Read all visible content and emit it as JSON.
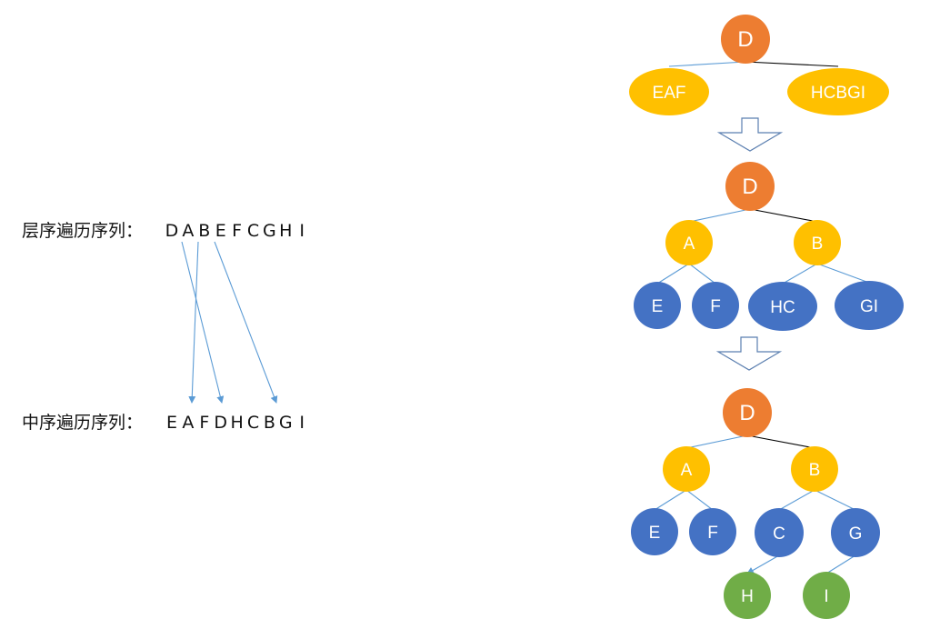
{
  "sequences": {
    "level_order": {
      "label": "层序遍历序列：",
      "letters": [
        "D",
        "A",
        "B",
        "E",
        "F",
        "C",
        "G",
        "H",
        "I"
      ]
    },
    "in_order": {
      "label": "中序遍历序列：",
      "letters": [
        "E",
        "A",
        "F",
        "D",
        "H",
        "C",
        "B",
        "G",
        "I"
      ]
    }
  },
  "colors": {
    "root": "#ED7D31",
    "intermediate": "#FFC000",
    "subtree": "#4472C4",
    "leaf": "#70AD47",
    "edge_black": "#000000",
    "edge_blue": "#5B9BD5",
    "arrow_outline": "#5B7FB0"
  },
  "trees": [
    {
      "nodes": [
        {
          "id": "t1-D",
          "text": "D",
          "role": "root"
        },
        {
          "id": "t1-EAF",
          "text": "EAF",
          "role": "intermediate"
        },
        {
          "id": "t1-HCBGI",
          "text": "HCBGI",
          "role": "intermediate"
        }
      ]
    },
    {
      "nodes": [
        {
          "id": "t2-D",
          "text": "D",
          "role": "root"
        },
        {
          "id": "t2-A",
          "text": "A",
          "role": "intermediate"
        },
        {
          "id": "t2-B",
          "text": "B",
          "role": "intermediate"
        },
        {
          "id": "t2-E",
          "text": "E",
          "role": "subtree"
        },
        {
          "id": "t2-F",
          "text": "F",
          "role": "subtree"
        },
        {
          "id": "t2-HC",
          "text": "HC",
          "role": "subtree"
        },
        {
          "id": "t2-GI",
          "text": "GI",
          "role": "subtree"
        }
      ]
    },
    {
      "nodes": [
        {
          "id": "t3-D",
          "text": "D",
          "role": "root"
        },
        {
          "id": "t3-A",
          "text": "A",
          "role": "intermediate"
        },
        {
          "id": "t3-B",
          "text": "B",
          "role": "intermediate"
        },
        {
          "id": "t3-E",
          "text": "E",
          "role": "subtree"
        },
        {
          "id": "t3-F",
          "text": "F",
          "role": "subtree"
        },
        {
          "id": "t3-C",
          "text": "C",
          "role": "subtree"
        },
        {
          "id": "t3-G",
          "text": "G",
          "role": "subtree"
        },
        {
          "id": "t3-H",
          "text": "H",
          "role": "leaf"
        },
        {
          "id": "t3-I",
          "text": "I",
          "role": "leaf"
        }
      ]
    }
  ]
}
